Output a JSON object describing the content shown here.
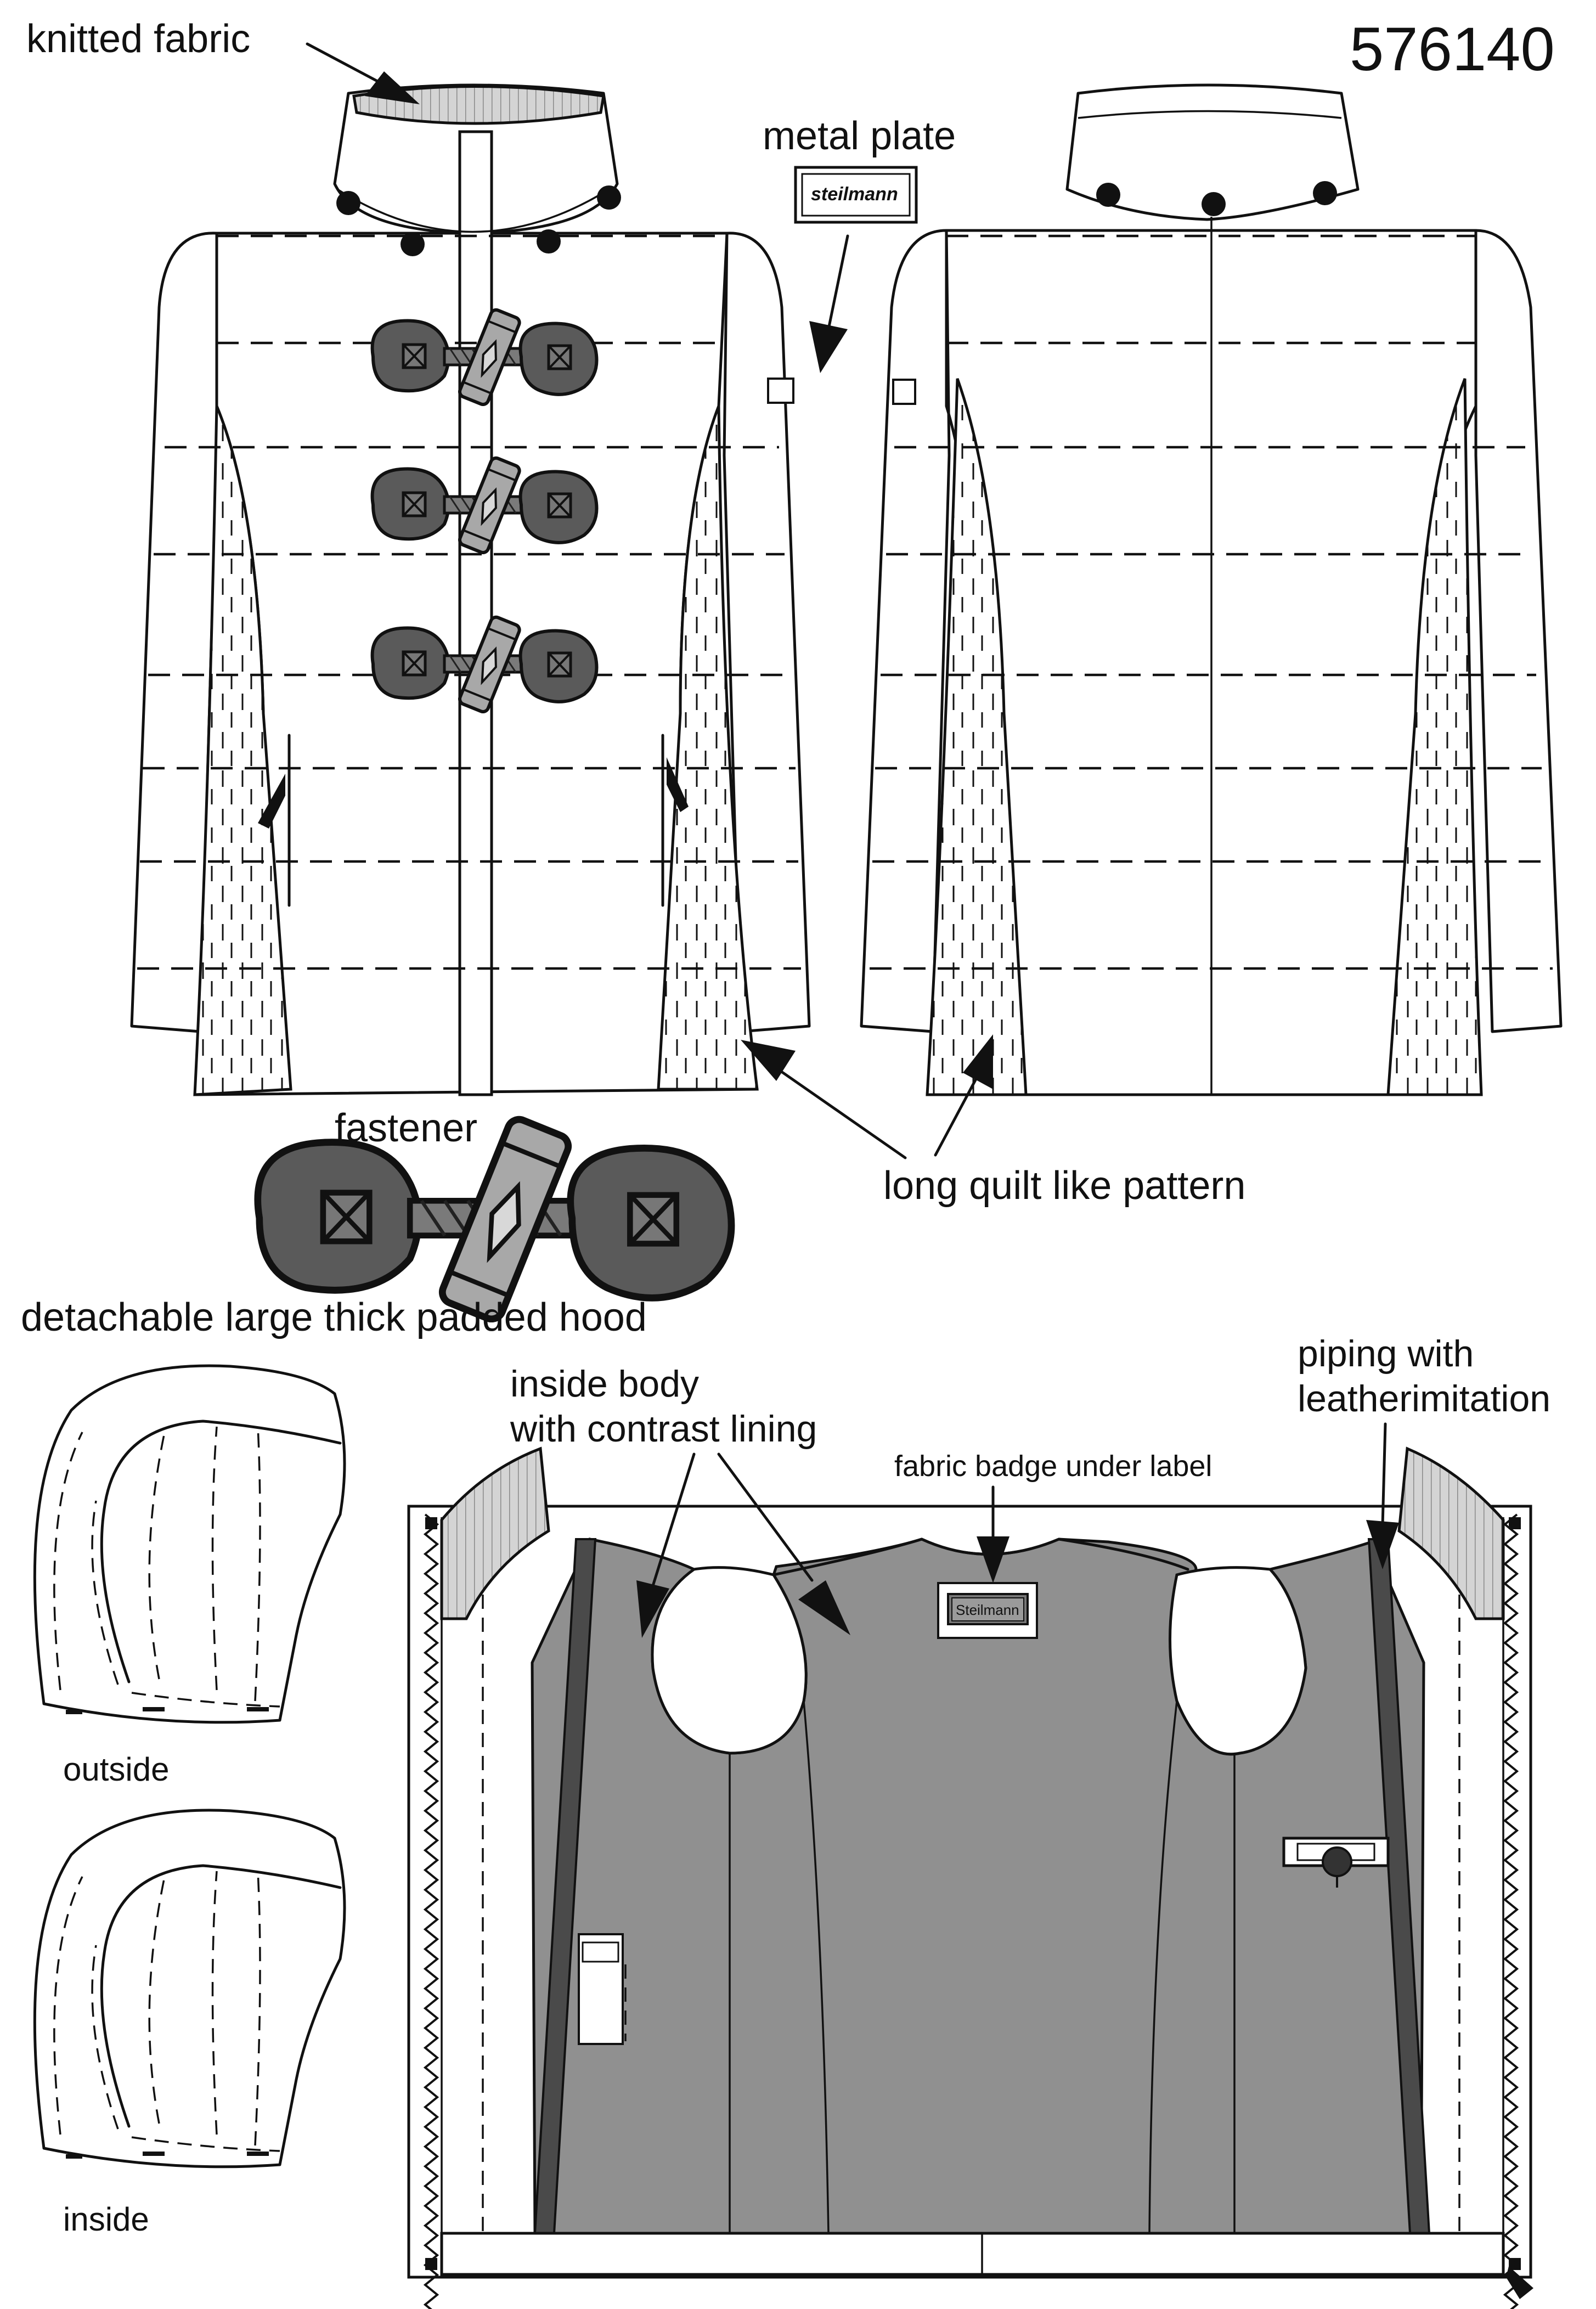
{
  "style_number": "576140",
  "labels": {
    "knitted_fabric": "knitted fabric",
    "metal_plate": "metal plate",
    "plate_brand": "steilmann",
    "fastener": "fastener",
    "quilt_pattern": "long quilt like pattern",
    "hood_title": "detachable large thick padded hood",
    "hood_outside": "outside",
    "hood_inside": "inside",
    "inside_body_line1": "inside body",
    "inside_body_line2": "with contrast lining",
    "fabric_badge": "fabric badge under label",
    "badge_brand": "Steilmann",
    "piping_line1": "piping with",
    "piping_line2": "leatherimitation"
  },
  "colors": {
    "lining": "#909090",
    "toggle_dark": "#5a5a5a",
    "toggle_light": "#a8a8a8",
    "rib_knit": "#cfcfcf",
    "piping": "#4a4a4a"
  }
}
